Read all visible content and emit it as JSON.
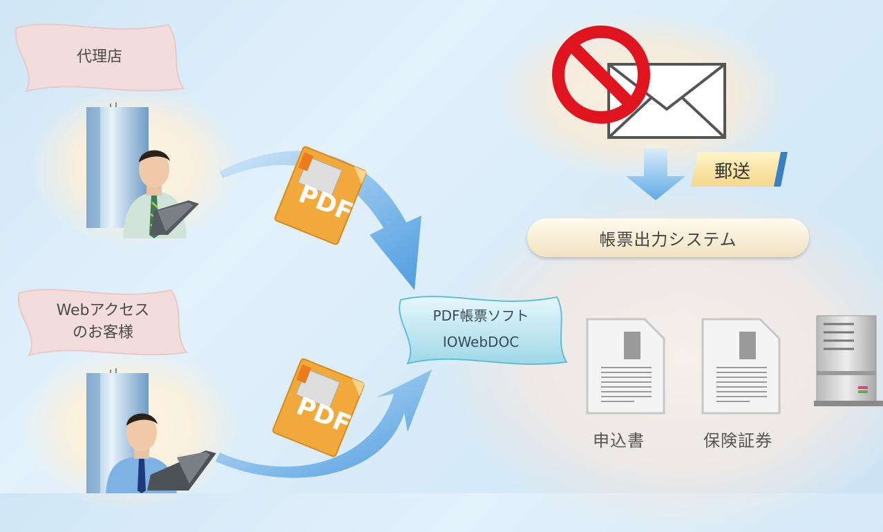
{
  "agency_label": "代理店",
  "web_customer_label": [
    "Webアクセス",
    "のお客様"
  ],
  "software_label": [
    "PDF帳票ソフト",
    "IOWebDOC"
  ],
  "mail_label": "郵送",
  "system_label": "帳票出力システム",
  "doc_labels": [
    "申込書",
    "保険証券"
  ],
  "pdf_icon_text": "PDF",
  "colors": {
    "prohibit": "#e0141e",
    "arrow": "#5ea9e4",
    "pdf": "#f0a93a",
    "banner_pink": "#f3dcdc",
    "banner_blue": "#b9e3ef"
  }
}
